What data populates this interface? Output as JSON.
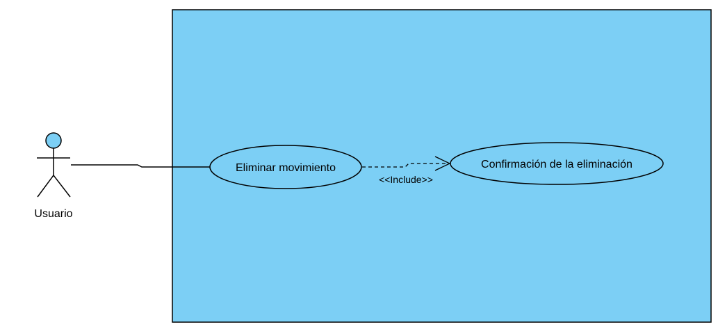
{
  "diagram": {
    "system_boundary": {
      "label": ""
    },
    "actor": {
      "name": "Usuario"
    },
    "use_cases": [
      {
        "label": "Eliminar movimiento"
      },
      {
        "label": "Confirmación de la eliminación"
      }
    ],
    "relationships": [
      {
        "type": "association",
        "from": "Usuario",
        "to": "Eliminar movimiento"
      },
      {
        "type": "include",
        "label": "<<Include>>",
        "from": "Eliminar movimiento",
        "to": "Confirmación de la eliminación"
      }
    ],
    "colors": {
      "system_fill": "#7ccff5",
      "actor_head_fill": "#7ccff5",
      "stroke": "#000000"
    }
  }
}
